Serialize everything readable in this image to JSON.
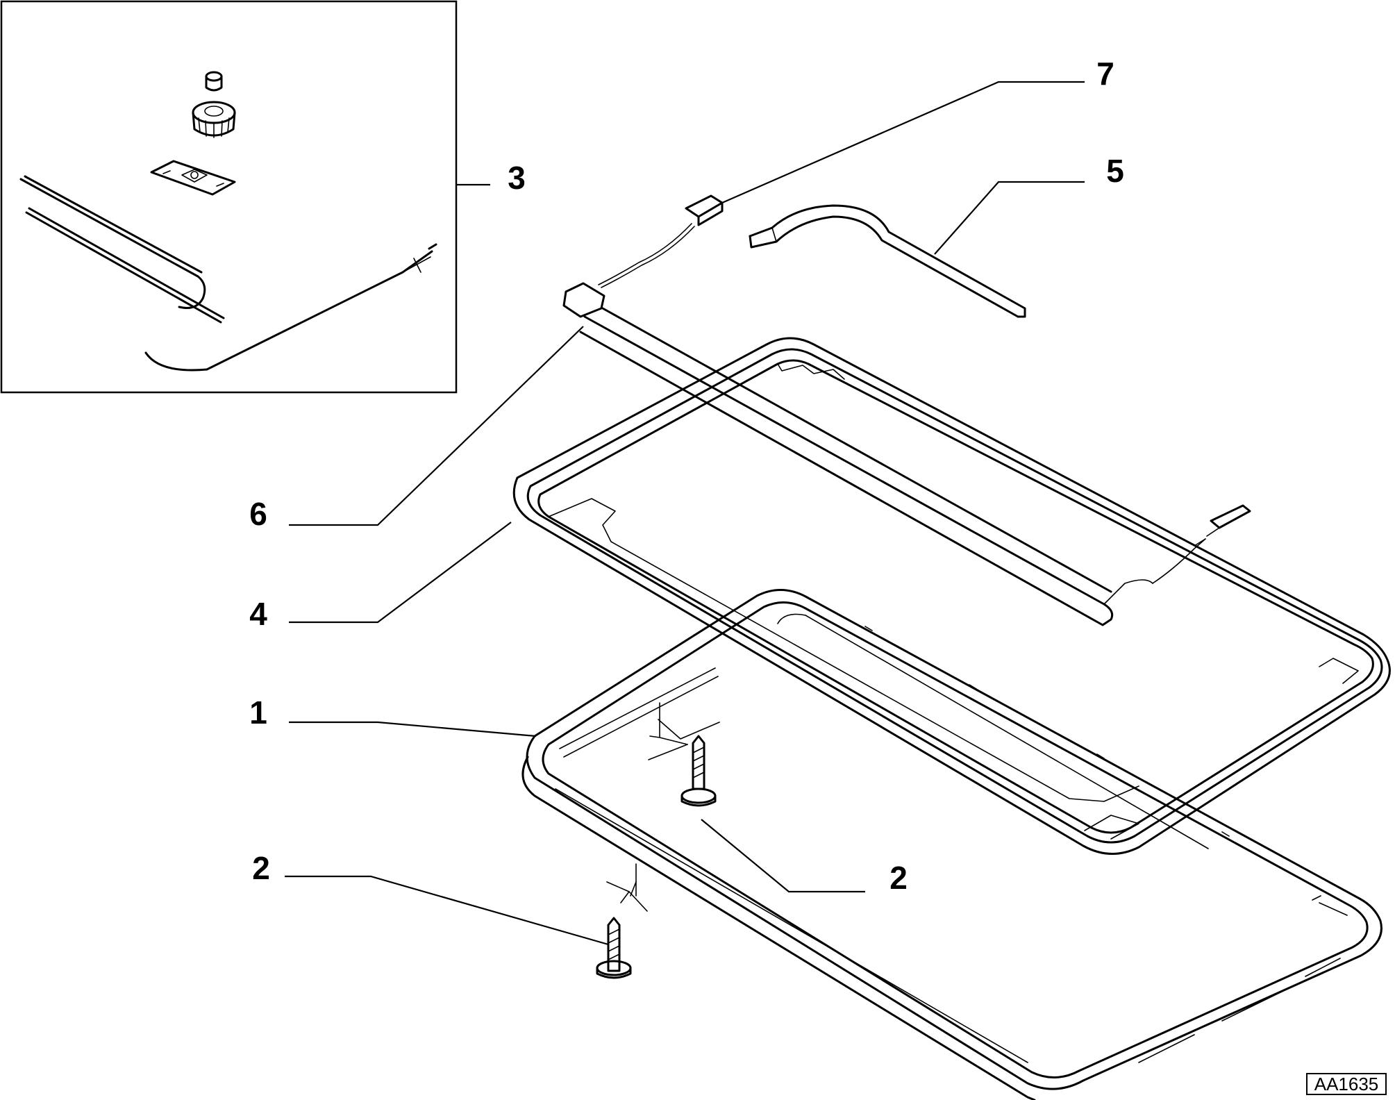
{
  "callouts": {
    "c1": "1",
    "c2a": "2",
    "c2b": "2",
    "c3": "3",
    "c4": "4",
    "c5": "5",
    "c6": "6",
    "c7": "7"
  },
  "reference_code": "AA1635"
}
